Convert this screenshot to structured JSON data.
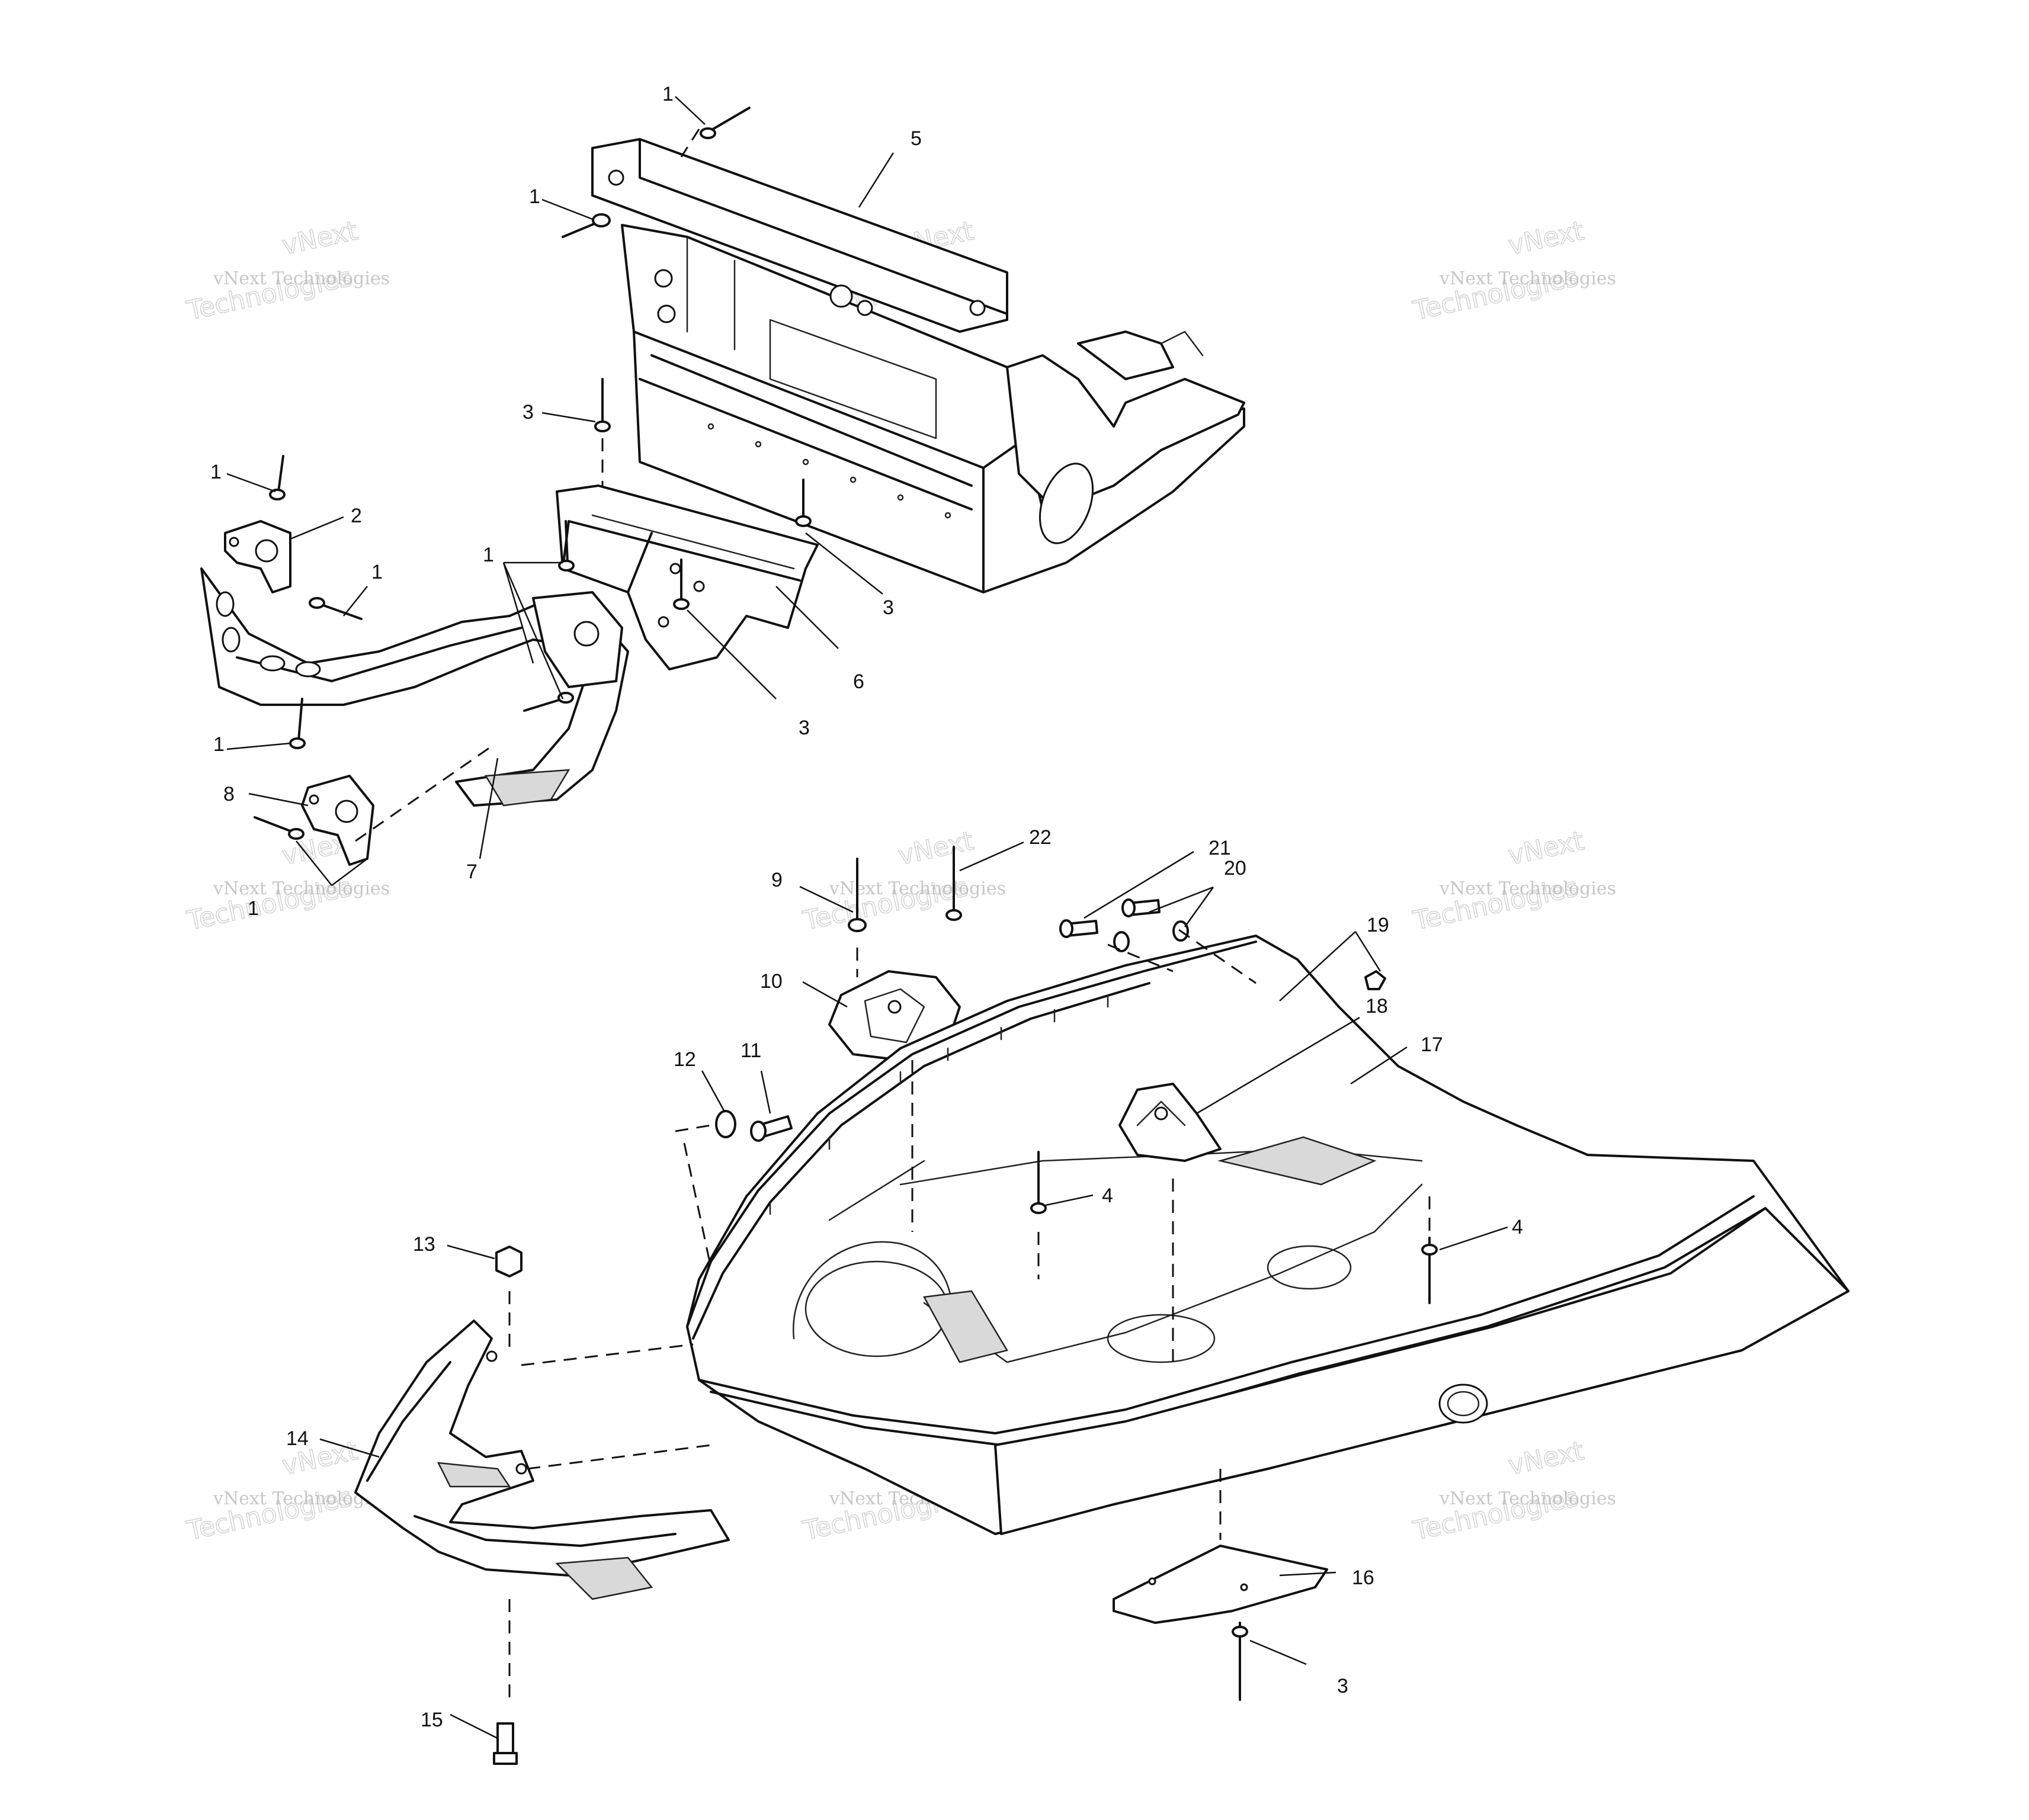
{
  "diagram": {
    "callouts": [
      {
        "id": "c1a",
        "text": "1"
      },
      {
        "id": "c5",
        "text": "5"
      },
      {
        "id": "c1b",
        "text": "1"
      },
      {
        "id": "c3a",
        "text": "3"
      },
      {
        "id": "c1c",
        "text": "1"
      },
      {
        "id": "c2",
        "text": "2"
      },
      {
        "id": "c1d",
        "text": "1"
      },
      {
        "id": "c1e",
        "text": "1"
      },
      {
        "id": "c3b",
        "text": "3"
      },
      {
        "id": "c6",
        "text": "6"
      },
      {
        "id": "c3c",
        "text": "3"
      },
      {
        "id": "c1f",
        "text": "1"
      },
      {
        "id": "c8",
        "text": "8"
      },
      {
        "id": "c7",
        "text": "7"
      },
      {
        "id": "c1g",
        "text": "1"
      },
      {
        "id": "c22",
        "text": "22"
      },
      {
        "id": "c9",
        "text": "9"
      },
      {
        "id": "c21",
        "text": "21"
      },
      {
        "id": "c20",
        "text": "20"
      },
      {
        "id": "c19",
        "text": "19"
      },
      {
        "id": "c10",
        "text": "10"
      },
      {
        "id": "c18",
        "text": "18"
      },
      {
        "id": "c17",
        "text": "17"
      },
      {
        "id": "c12",
        "text": "12"
      },
      {
        "id": "c11",
        "text": "11"
      },
      {
        "id": "c4a",
        "text": "4"
      },
      {
        "id": "c4b",
        "text": "4"
      },
      {
        "id": "c13",
        "text": "13"
      },
      {
        "id": "c14",
        "text": "14"
      },
      {
        "id": "c16",
        "text": "16"
      },
      {
        "id": "c3d",
        "text": "3"
      },
      {
        "id": "c15",
        "text": "15"
      }
    ],
    "watermark": {
      "line1": "vNext Technologies",
      "line2a": "vNext",
      "line2b": "Technologies"
    }
  }
}
